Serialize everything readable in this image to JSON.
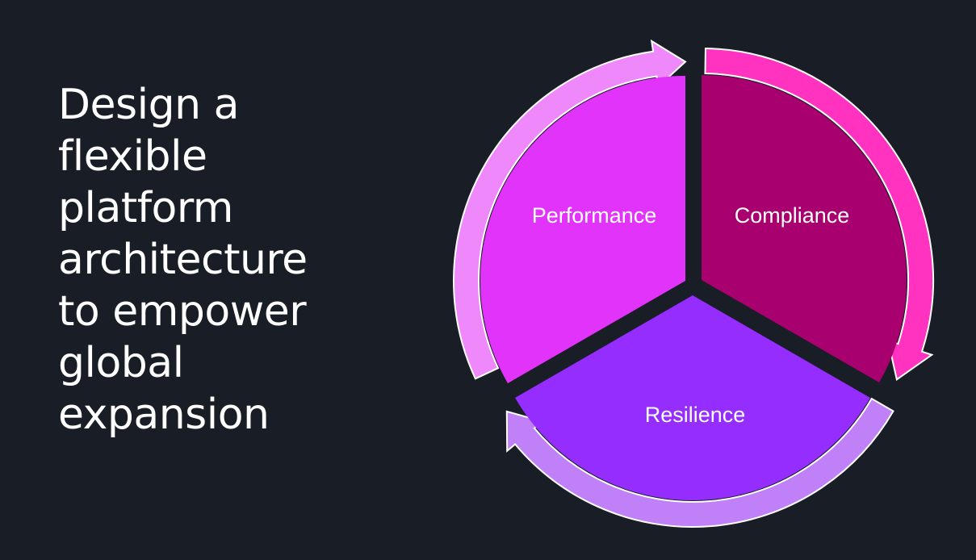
{
  "slide": {
    "background": "#181d26",
    "title_lines": [
      "Design a",
      "flexible",
      "platform",
      "architecture",
      "to empower",
      "global",
      "expansion"
    ]
  },
  "cycle": {
    "segments": [
      {
        "label": "Performance",
        "fill": "#e233fb",
        "arrow_fill": "#ee88fb"
      },
      {
        "label": "Compliance",
        "fill": "#a8006f",
        "arrow_fill": "#ff33bf"
      },
      {
        "label": "Resilience",
        "fill": "#952dff",
        "arrow_fill": "#bf80f8"
      }
    ],
    "outline": "#ffffff"
  }
}
